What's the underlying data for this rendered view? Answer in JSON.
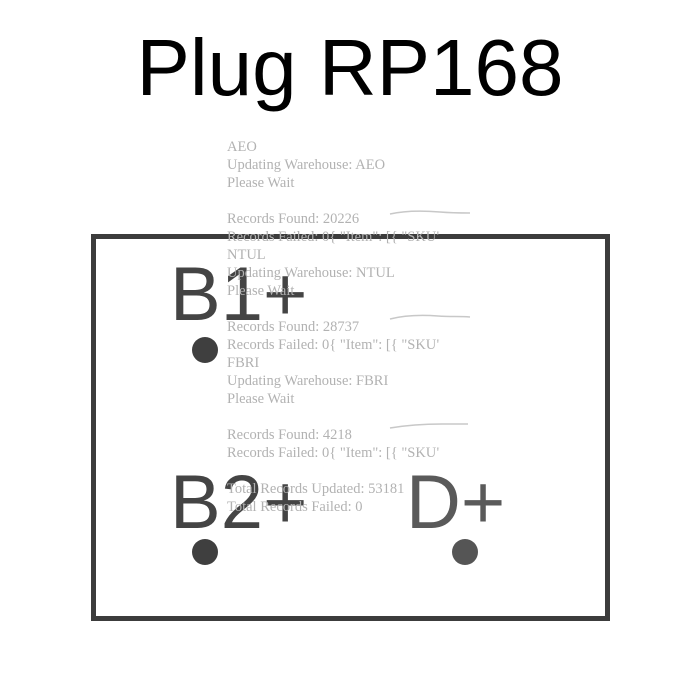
{
  "title": "Plug RP168",
  "pins": {
    "b1": "B1+",
    "b2": "B2+",
    "d": "D+"
  },
  "log_lines": [
    "AEO",
    "Updating Warehouse: AEO",
    "Please Wait",
    "",
    "Records Found: 20226",
    "Records Failed: 0{ \"Item\": [{ \"SKU\"",
    "NTUL",
    "Updating Warehouse: NTUL",
    "Please Wait",
    "",
    "Records Found: 28737",
    "Records Failed: 0{ \"Item\": [{ \"SKU\"",
    "FBRI",
    "Updating Warehouse: FBRI",
    "Please Wait",
    "",
    "Records Found: 4218",
    "Records Failed: 0{ \"Item\": [{ \"SKU\"",
    "",
    "Total Records Updated: 53181",
    "Total Records Failed: 0"
  ],
  "colors": {
    "title": "#000000",
    "box_border": "#3c3c3c",
    "pin_label": "#444444",
    "log_text": "#b2b2b2"
  }
}
